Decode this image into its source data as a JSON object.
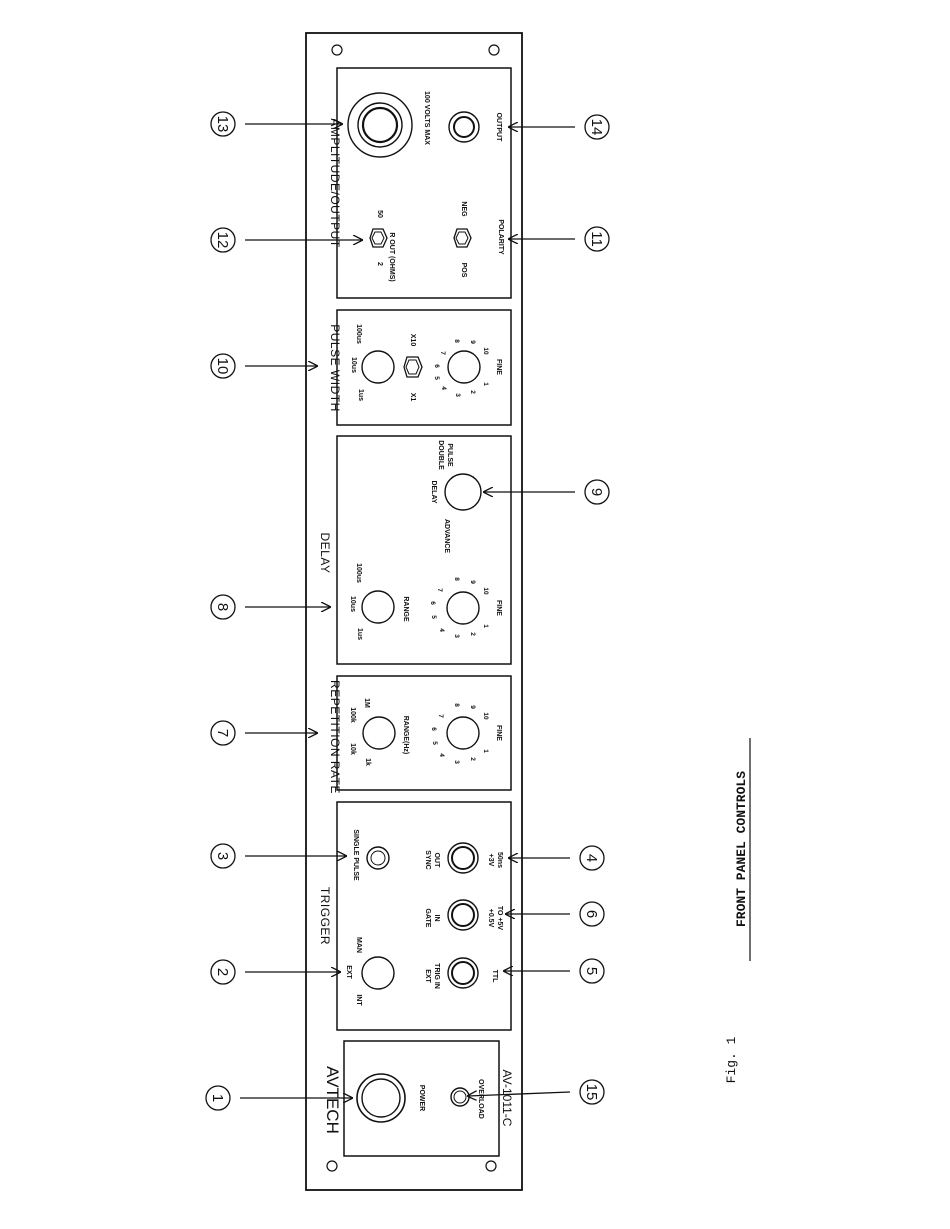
{
  "panel": {
    "brand": "AVTECH",
    "model": "AV-1011-C",
    "power": "POWER",
    "overload": "OVERLOAD"
  },
  "trigger": {
    "title": "TRIGGER",
    "int": "INT",
    "ext": "EXT",
    "man": "MAN",
    "single_pulse": "SINGLE PULSE",
    "ext_trig_in_1": "EXT",
    "ext_trig_in_2": "TRIG IN",
    "ttl": "TTL",
    "gate_in_1": "GATE",
    "gate_in_2": "IN",
    "gate_level_1": "+0.5V",
    "gate_level_2": "TO +5V",
    "sync_out_1": "SYNC",
    "sync_out_2": "OUT",
    "sync_level_1": "+3V",
    "sync_level_2": "50ns"
  },
  "rep_rate": {
    "title": "REPETITION RATE",
    "r1k": "1k",
    "r10k": "10k",
    "r100k": "100k",
    "r1m": "1M",
    "range": "RANGE(Hz)",
    "fine": "FINE",
    "dial": [
      "1",
      "2",
      "3",
      "4",
      "5",
      "6",
      "7",
      "8",
      "9",
      "10"
    ]
  },
  "delay": {
    "title": "DELAY",
    "r1us": "1us",
    "r10us": "10us",
    "r100us": "100us",
    "range": "RANGE",
    "fine": "FINE",
    "advance": "ADVANCE",
    "delay_lbl": "DELAY",
    "double_1": "DOUBLE",
    "double_2": "PULSE",
    "dial": [
      "1",
      "2",
      "3",
      "4",
      "5",
      "6",
      "7",
      "8",
      "9",
      "10"
    ]
  },
  "pulse_width": {
    "title": "PULSE WIDTH",
    "r1us": "1us",
    "r10us": "10us",
    "r100us": "100us",
    "x1": "X1",
    "x10": "X10",
    "fine": "FINE",
    "dial": [
      "1",
      "2",
      "3",
      "4",
      "5",
      "6",
      "7",
      "8",
      "9",
      "10"
    ]
  },
  "amp_out": {
    "title": "AMPLITUDE/OUTPUT",
    "volts_max": "100 VOLTS MAX",
    "output": "OUTPUT",
    "r2": "2",
    "r50": "50",
    "rout": "R OUT (OHMS)",
    "pos": "POS",
    "neg": "NEG",
    "polarity": "POLARITY"
  },
  "callouts": [
    "1",
    "2",
    "3",
    "4",
    "5",
    "6",
    "7",
    "8",
    "9",
    "10",
    "11",
    "12",
    "13",
    "14",
    "15"
  ],
  "caption": {
    "fig": "Fig. 1",
    "title": "FRONT PANEL CONTROLS"
  }
}
